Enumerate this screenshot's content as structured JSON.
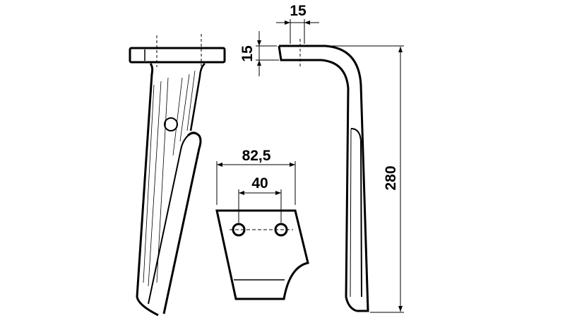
{
  "dimensions": {
    "bracket_width": "15",
    "bracket_thickness": "15",
    "plate_width": "82,5",
    "hole_spacing": "40",
    "tine_height": "280"
  },
  "colors": {
    "line": "#000000",
    "background": "#ffffff"
  }
}
